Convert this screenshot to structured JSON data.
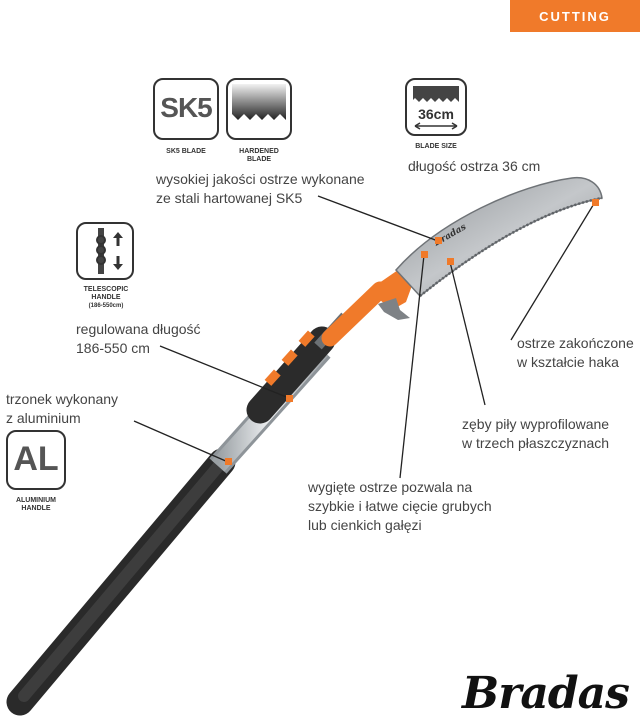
{
  "category": "CUTTING",
  "icons": {
    "sk5": {
      "glyph": "SK5",
      "caption": "SK5 BLADE"
    },
    "hardened": {
      "caption_line1": "HARDENED",
      "caption_line2": "BLADE"
    },
    "blade_size": {
      "value": "36cm",
      "caption": "BLADE SIZE"
    },
    "telescopic": {
      "caption_line1": "TELESCOPIC",
      "caption_line2": "HANDLE",
      "caption_sub": "(186-550cm)"
    },
    "aluminium": {
      "glyph": "AL",
      "caption_line1": "ALUMINIUM",
      "caption_line2": "HANDLE"
    }
  },
  "annotations": {
    "sk5_blade": [
      "wysokiej jakości ostrze wykonane",
      "ze stali hartowanej SK5"
    ],
    "blade_length": [
      "długość ostrza 36 cm"
    ],
    "adjustable": [
      "regulowana długość",
      "186-550 cm"
    ],
    "aluminium_handle": [
      "trzonek wykonany",
      "z aluminium"
    ],
    "hook_tip": [
      "ostrze zakończone",
      "w kształcie haka"
    ],
    "teeth": [
      "zęby piły wyprofilowane",
      "w trzech płaszczyznach"
    ],
    "curved": [
      "wygięte ostrze pozwala na",
      "szybkie i łatwe cięcie grubych",
      "lub cienkich gałęzi"
    ]
  },
  "blade_brand": "Bradas",
  "logo": "Bradas",
  "colors": {
    "accent": "#f07a2a",
    "text": "#444444",
    "handle_dark": "#3c3c3c",
    "aluminium": "#cfd3d6",
    "blade": "#a4a8ab"
  }
}
